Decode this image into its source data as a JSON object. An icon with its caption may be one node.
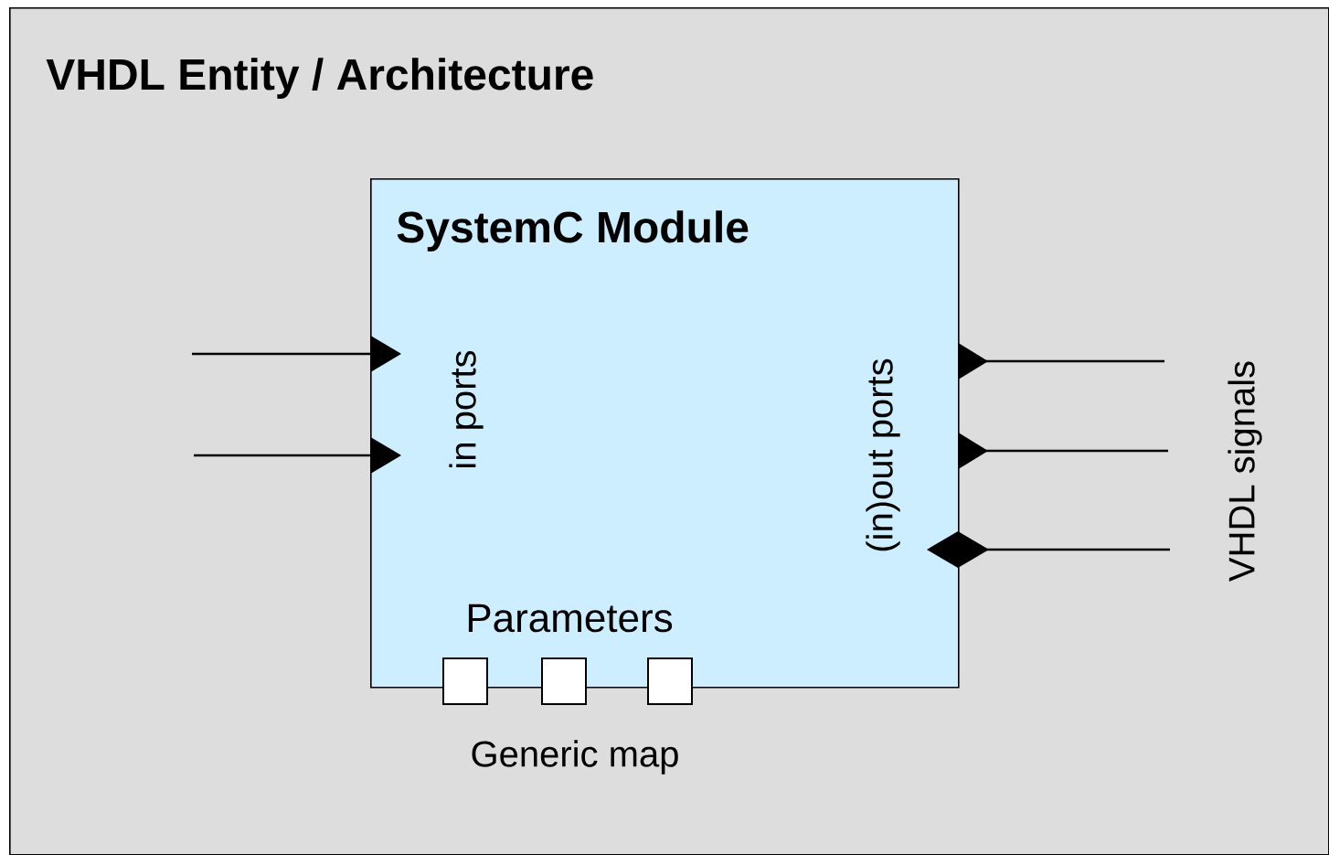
{
  "diagram": {
    "nodes": [
      {
        "text": [
          "VHDL Entity / Architecture"
        ]
      },
      {
        "text": [
          "SystemC Module"
        ],
        "in": 0
      },
      {
        "text": [],
        "shape": "box",
        "in": 0
      },
      {
        "text": [],
        "shape": "box",
        "in": 0
      },
      {
        "text": [],
        "shape": "box",
        "in": 0
      }
    ],
    "edges": [
      {
        "from": null,
        "to": 1,
        "arrow": "to"
      },
      {
        "from": null,
        "to": 1,
        "arrow": "to"
      },
      {
        "from": 1,
        "to": null,
        "arrow": "to"
      },
      {
        "from": 1,
        "to": null,
        "arrow": "to"
      },
      {
        "from": null,
        "to": 1,
        "arrow": "other"
      }
    ],
    "labels": [
      "in ports",
      "(in)out ports",
      "VHDL signals",
      "Parameters",
      "Generic map"
    ]
  }
}
